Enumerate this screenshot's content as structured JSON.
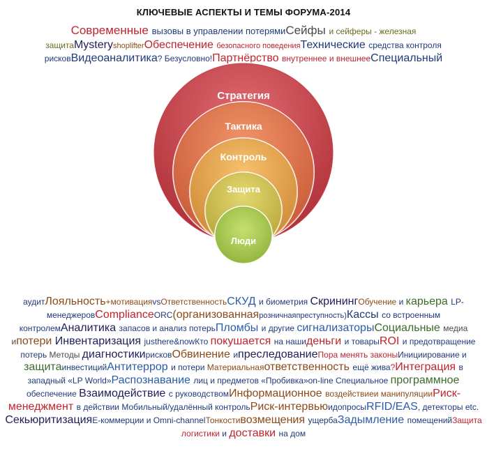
{
  "title": "КЛЮЧЕВЫЕ АСПЕКТЫ И ТЕМЫ ФОРУМА-2014",
  "circles": [
    {
      "label": "Стратегия",
      "color": "#c4434a"
    },
    {
      "label": "Тактика",
      "color": "#d86a4a"
    },
    {
      "label": "Контроль",
      "color": "#e0a04c"
    },
    {
      "label": "Защита",
      "color": "#cbbd52"
    },
    {
      "label": "Люди",
      "color": "#9fc14a"
    }
  ],
  "top_cloud": [
    {
      "t": "Современные ",
      "s": 17,
      "c": "c-red"
    },
    {
      "t": "вызовы в управлении потерями",
      "s": 13,
      "c": "c-navy"
    },
    {
      "t": "Сейфы ",
      "s": 17,
      "c": "c-gray"
    },
    {
      "t": "и сейферы - железная защита",
      "s": 12,
      "c": "c-olive"
    },
    {
      "t": "Mystery",
      "s": 16,
      "c": "c-dark"
    },
    {
      "t": "shoplifter",
      "s": 11,
      "c": "c-brown"
    },
    {
      "t": "Обеспечение ",
      "s": 16,
      "c": "c-red"
    },
    {
      "t": "безопасного поведения",
      "s": 11,
      "c": "c-red"
    },
    {
      "t": "Технические ",
      "s": 16,
      "c": "c-navy"
    },
    {
      "t": "средства контроля рисков",
      "s": 12,
      "c": "c-navy"
    },
    {
      "t": "Видеоаналитика",
      "s": 16,
      "c": "c-navy"
    },
    {
      "t": "? Безусловно!",
      "s": 12,
      "c": "c-navy"
    },
    {
      "t": "Партнёрство ",
      "s": 16,
      "c": "c-red"
    },
    {
      "t": "внутреннее и внешнее",
      "s": 12,
      "c": "c-red"
    },
    {
      "t": "Специальный",
      "s": 16,
      "c": "c-navy"
    }
  ],
  "bottom_cloud": [
    {
      "t": "аудит",
      "s": 12,
      "c": "c-navy"
    },
    {
      "t": "Лояльность",
      "s": 16,
      "c": "c-brown"
    },
    {
      "t": "+мотивация",
      "s": 12,
      "c": "c-brown"
    },
    {
      "t": "vs",
      "s": 12,
      "c": "c-navy"
    },
    {
      "t": "Ответственность",
      "s": 12,
      "c": "c-brown"
    },
    {
      "t": "СКУД ",
      "s": 16,
      "c": "c-blue"
    },
    {
      "t": "и биометрия ",
      "s": 12,
      "c": "c-navy"
    },
    {
      "t": "Скрининг",
      "s": 16,
      "c": "c-dark"
    },
    {
      "t": "Обучение ",
      "s": 12,
      "c": "c-brown"
    },
    {
      "t": "и ",
      "s": 12,
      "c": "c-navy"
    },
    {
      "t": "карьера ",
      "s": 16,
      "c": "c-green"
    },
    {
      "t": "LP-менеджеров",
      "s": 12,
      "c": "c-navy"
    },
    {
      "t": "Compliance",
      "s": 16,
      "c": "c-red"
    },
    {
      "t": "ORC",
      "s": 12,
      "c": "c-navy"
    },
    {
      "t": "(организованная",
      "s": 16,
      "c": "c-brown"
    },
    {
      "t": "розничнаяпреступность)",
      "s": 11,
      "c": "c-navy"
    },
    {
      "t": "Кассы ",
      "s": 16,
      "c": "c-navy"
    },
    {
      "t": "со встроенным контролем",
      "s": 12,
      "c": "c-navy"
    },
    {
      "t": "Аналитика ",
      "s": 16,
      "c": "c-dark"
    },
    {
      "t": "запасов и анализ потерь",
      "s": 12,
      "c": "c-navy"
    },
    {
      "t": "Пломбы ",
      "s": 16,
      "c": "c-blue"
    },
    {
      "t": "и другие ",
      "s": 12,
      "c": "c-navy"
    },
    {
      "t": "сигнализаторы",
      "s": 16,
      "c": "c-blue"
    },
    {
      "t": "Социальные ",
      "s": 16,
      "c": "c-green"
    },
    {
      "t": "медиа и",
      "s": 12,
      "c": "c-gray"
    },
    {
      "t": "потери ",
      "s": 16,
      "c": "c-brown"
    },
    {
      "t": "Инвентаризация ",
      "s": 16,
      "c": "c-dark"
    },
    {
      "t": "justhere&now",
      "s": 12,
      "c": "c-navy"
    },
    {
      "t": "Кто ",
      "s": 12,
      "c": "c-navy"
    },
    {
      "t": "покушается ",
      "s": 16,
      "c": "c-red"
    },
    {
      "t": "на наши",
      "s": 12,
      "c": "c-navy"
    },
    {
      "t": "деньги ",
      "s": 16,
      "c": "c-red"
    },
    {
      "t": "и товары",
      "s": 12,
      "c": "c-navy"
    },
    {
      "t": "ROI ",
      "s": 16,
      "c": "c-red"
    },
    {
      "t": "и предотвращение потерь ",
      "s": 12,
      "c": "c-navy"
    },
    {
      "t": "Методы ",
      "s": 12,
      "c": "c-gray"
    },
    {
      "t": "диагностики",
      "s": 16,
      "c": "c-dark"
    },
    {
      "t": "рисков",
      "s": 12,
      "c": "c-navy"
    },
    {
      "t": "Обвинение ",
      "s": 16,
      "c": "c-brown"
    },
    {
      "t": "и",
      "s": 12,
      "c": "c-navy"
    },
    {
      "t": "преследование",
      "s": 16,
      "c": "c-dark"
    },
    {
      "t": "Пора менять законы",
      "s": 12,
      "c": "c-red"
    },
    {
      "t": "Инициирование ",
      "s": 12,
      "c": "c-navy"
    },
    {
      "t": "и ",
      "s": 12,
      "c": "c-navy"
    },
    {
      "t": "защита",
      "s": 16,
      "c": "c-green"
    },
    {
      "t": "инвестиций",
      "s": 12,
      "c": "c-navy"
    },
    {
      "t": "Антитеррор ",
      "s": 16,
      "c": "c-blue"
    },
    {
      "t": "и потери ",
      "s": 12,
      "c": "c-navy"
    },
    {
      "t": "Материальная",
      "s": 12,
      "c": "c-brown"
    },
    {
      "t": "ответственность ",
      "s": 16,
      "c": "c-brown"
    },
    {
      "t": "ещё жива",
      "s": 12,
      "c": "c-navy"
    },
    {
      "t": "?",
      "s": 12,
      "c": "c-red"
    },
    {
      "t": "Интеграция ",
      "s": 16,
      "c": "c-red"
    },
    {
      "t": "в западный «LP World»",
      "s": 12,
      "c": "c-navy"
    },
    {
      "t": "Распознавание ",
      "s": 16,
      "c": "c-blue"
    },
    {
      "t": "лиц и предметов ",
      "s": 12,
      "c": "c-navy"
    },
    {
      "t": "«Пробивка»",
      "s": 12,
      "c": "c-navy"
    },
    {
      "t": "on-line ",
      "s": 12,
      "c": "c-navy"
    },
    {
      "t": "Специальное ",
      "s": 12,
      "c": "c-navy"
    },
    {
      "t": "программное ",
      "s": 16,
      "c": "c-green"
    },
    {
      "t": "обеспечение ",
      "s": 12,
      "c": "c-navy"
    },
    {
      "t": "Взаимодействие ",
      "s": 16,
      "c": "c-dark"
    },
    {
      "t": "с руководством",
      "s": 12,
      "c": "c-navy"
    },
    {
      "t": "Информационное ",
      "s": 16,
      "c": "c-brown"
    },
    {
      "t": "воздействиеи манипуляции",
      "s": 12,
      "c": "c-brown"
    },
    {
      "t": "Риск-менеджмент ",
      "s": 16,
      "c": "c-red"
    },
    {
      "t": "в действии ",
      "s": 12,
      "c": "c-navy"
    },
    {
      "t": "Мобильный/удалённый контроль",
      "s": 12,
      "c": "c-navy"
    },
    {
      "t": "Риск-интервью",
      "s": 16,
      "c": "c-brown"
    },
    {
      "t": "идопросы",
      "s": 12,
      "c": "c-navy"
    },
    {
      "t": "RFID/EAS",
      "s": 16,
      "c": "c-blue"
    },
    {
      "t": ", детекторы etc. ",
      "s": 12,
      "c": "c-navy"
    },
    {
      "t": "Секьюритизация",
      "s": 16,
      "c": "c-dark"
    },
    {
      "t": "Е-коммерции и Omni-channel",
      "s": 12,
      "c": "c-navy"
    },
    {
      "t": "Тонкости",
      "s": 12,
      "c": "c-brown"
    },
    {
      "t": "возмещения ",
      "s": 16,
      "c": "c-brown"
    },
    {
      "t": "ущерба",
      "s": 12,
      "c": "c-navy"
    },
    {
      "t": "Задымление ",
      "s": 16,
      "c": "c-blue"
    },
    {
      "t": "помещений",
      "s": 12,
      "c": "c-navy"
    },
    {
      "t": "Защита логистики ",
      "s": 12,
      "c": "c-red"
    },
    {
      "t": "и ",
      "s": 12,
      "c": "c-navy"
    },
    {
      "t": "доставки ",
      "s": 16,
      "c": "c-red"
    },
    {
      "t": "на дом",
      "s": 12,
      "c": "c-navy"
    }
  ]
}
